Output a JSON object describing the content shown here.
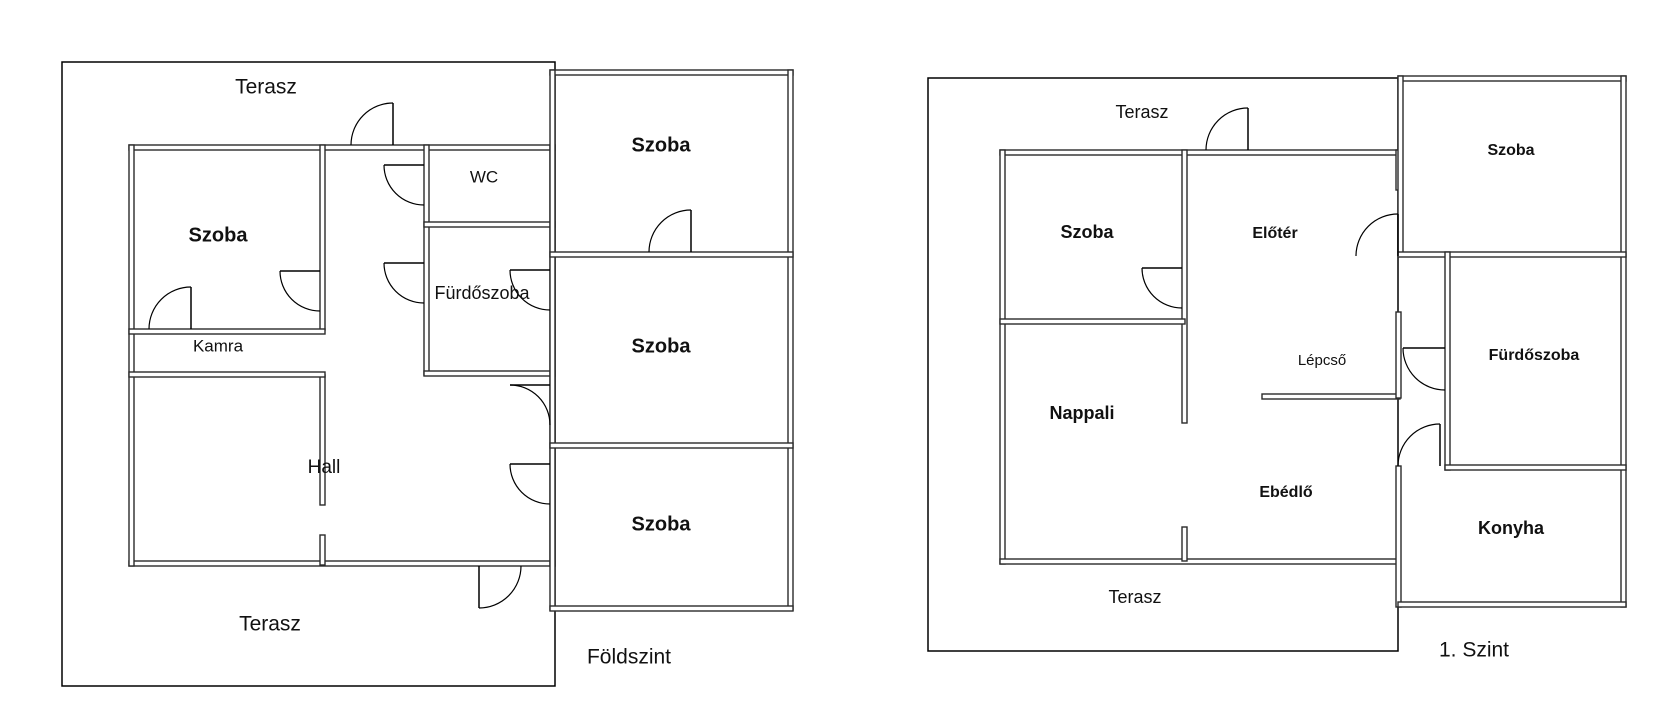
{
  "ground_floor": {
    "floor_label": "Földszint",
    "rooms": {
      "terasz_top": "Terasz",
      "terasz_bottom": "Terasz",
      "szoba_left": "Szoba",
      "kamra": "Kamra",
      "hall": "Hall",
      "wc": "WC",
      "furdoszoba": "Fürdőszoba",
      "szoba_right_1": "Szoba",
      "szoba_right_2": "Szoba",
      "szoba_right_3": "Szoba"
    }
  },
  "first_floor": {
    "floor_label": "1. Szint",
    "rooms": {
      "terasz_top": "Terasz",
      "terasz_bottom": "Terasz",
      "szoba_left": "Szoba",
      "eloter": "Előtér",
      "szoba_right": "Szoba",
      "lepcso": "Lépcső",
      "nappali": "Nappali",
      "furdoszoba": "Fürdőszoba",
      "ebedlo": "Ebédlő",
      "konyha": "Konyha"
    }
  }
}
